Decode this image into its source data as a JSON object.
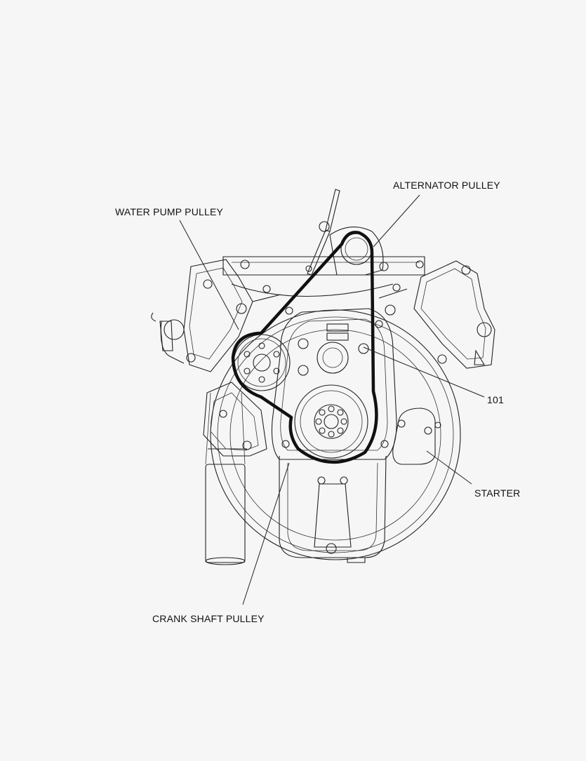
{
  "labels": {
    "alternator_pulley": "ALTERNATOR PULLEY",
    "water_pump_pulley": "WATER PUMP PULLEY",
    "part_101": "101",
    "starter": "STARTER",
    "crank_shaft_pulley": "CRANK SHAFT PULLEY"
  },
  "colors": {
    "background": "#f6f6f6",
    "line": "#222222",
    "belt": "#111111"
  }
}
